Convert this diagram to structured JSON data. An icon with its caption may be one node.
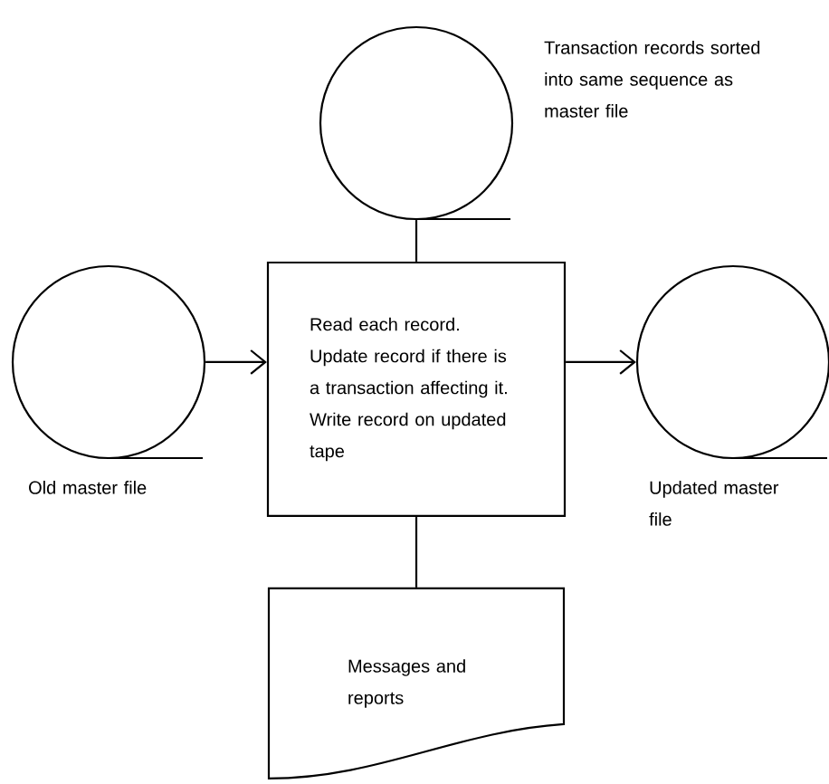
{
  "diagram": {
    "nodes": [
      {
        "text": [],
        "shape": "circle",
        "beside": [
          "Transaction records sorted into same sequence as master file"
        ]
      },
      {
        "text": [],
        "shape": "circle",
        "beside": [
          "Old master file"
        ]
      },
      {
        "text": [
          "Read each record. Update record if there is a transaction affecting it. Write record on updated tape"
        ]
      },
      {
        "text": [],
        "shape": "circle",
        "beside": [
          "Updated master file"
        ]
      },
      {
        "text": [
          "Messages and reports"
        ]
      }
    ],
    "edges": [
      {
        "from": 0,
        "to": 2,
        "arrow": "none"
      },
      {
        "from": 1,
        "to": 2,
        "arrow": "to"
      },
      {
        "from": 2,
        "to": 3,
        "arrow": "to"
      },
      {
        "from": 2,
        "to": 4,
        "arrow": "none"
      }
    ]
  }
}
